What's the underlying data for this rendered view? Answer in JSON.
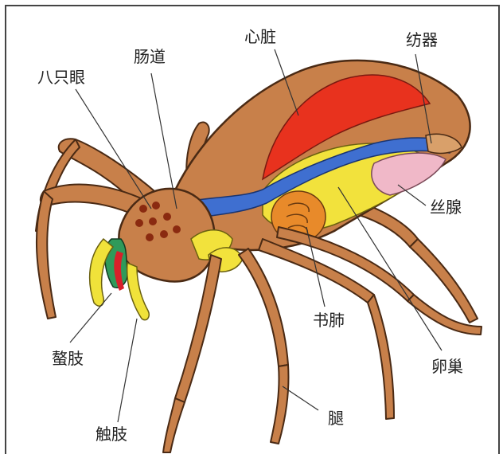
{
  "diagram": {
    "labels": {
      "eyes": "八只眼",
      "intestine": "肠道",
      "heart": "心脏",
      "spinnerets": "纺器",
      "silk_gland": "丝腺",
      "book_lung": "书肺",
      "ovary": "卵巢",
      "chelicerae": "螯肢",
      "pedipalps": "触肢",
      "legs": "腿"
    },
    "colors": {
      "leg": "#c8804a",
      "leg_outline": "#4a2a14",
      "heart": "#e8321e",
      "intestine": "#3f6fd0",
      "ovary": "#f2e23c",
      "silk_gland": "#f0b8c8",
      "book_lung": "#e88a2a",
      "fang": "#f0e23a",
      "chelicera_green": "#2f9a5a",
      "chelicera_red": "#d8202a"
    }
  }
}
